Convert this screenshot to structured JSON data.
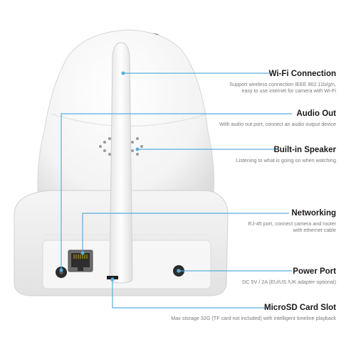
{
  "features": [
    {
      "title": "Wi-Fi Connection",
      "desc": [
        "Support wireless connection IEEE 802.11b/g/n,",
        "easy to use internet for camera with Wi-Fi"
      ]
    },
    {
      "title": "Audio Out",
      "desc": [
        "With audio out port, connect  an audio output device"
      ]
    },
    {
      "title": "Built-in Speaker",
      "desc": [
        "Listening to what is going on when watching"
      ]
    },
    {
      "title": "Networking",
      "desc": [
        "RJ-45 port, connect camera and router",
        "with ethernet cable"
      ]
    },
    {
      "title": "Power Port",
      "desc": [
        "DC 5V / 2A (EU/US /UK adapter optional)"
      ]
    },
    {
      "title": "MicroSD Card Slot",
      "desc": [
        "Max storage 32G (TF card not included) with intelligent  timeline playback"
      ]
    }
  ],
  "colors": {
    "callout_line": "#5aaedc",
    "callout_dot": "#5aaedc",
    "title_text": "#1a1a1a",
    "desc_text": "#7a7a7a"
  }
}
